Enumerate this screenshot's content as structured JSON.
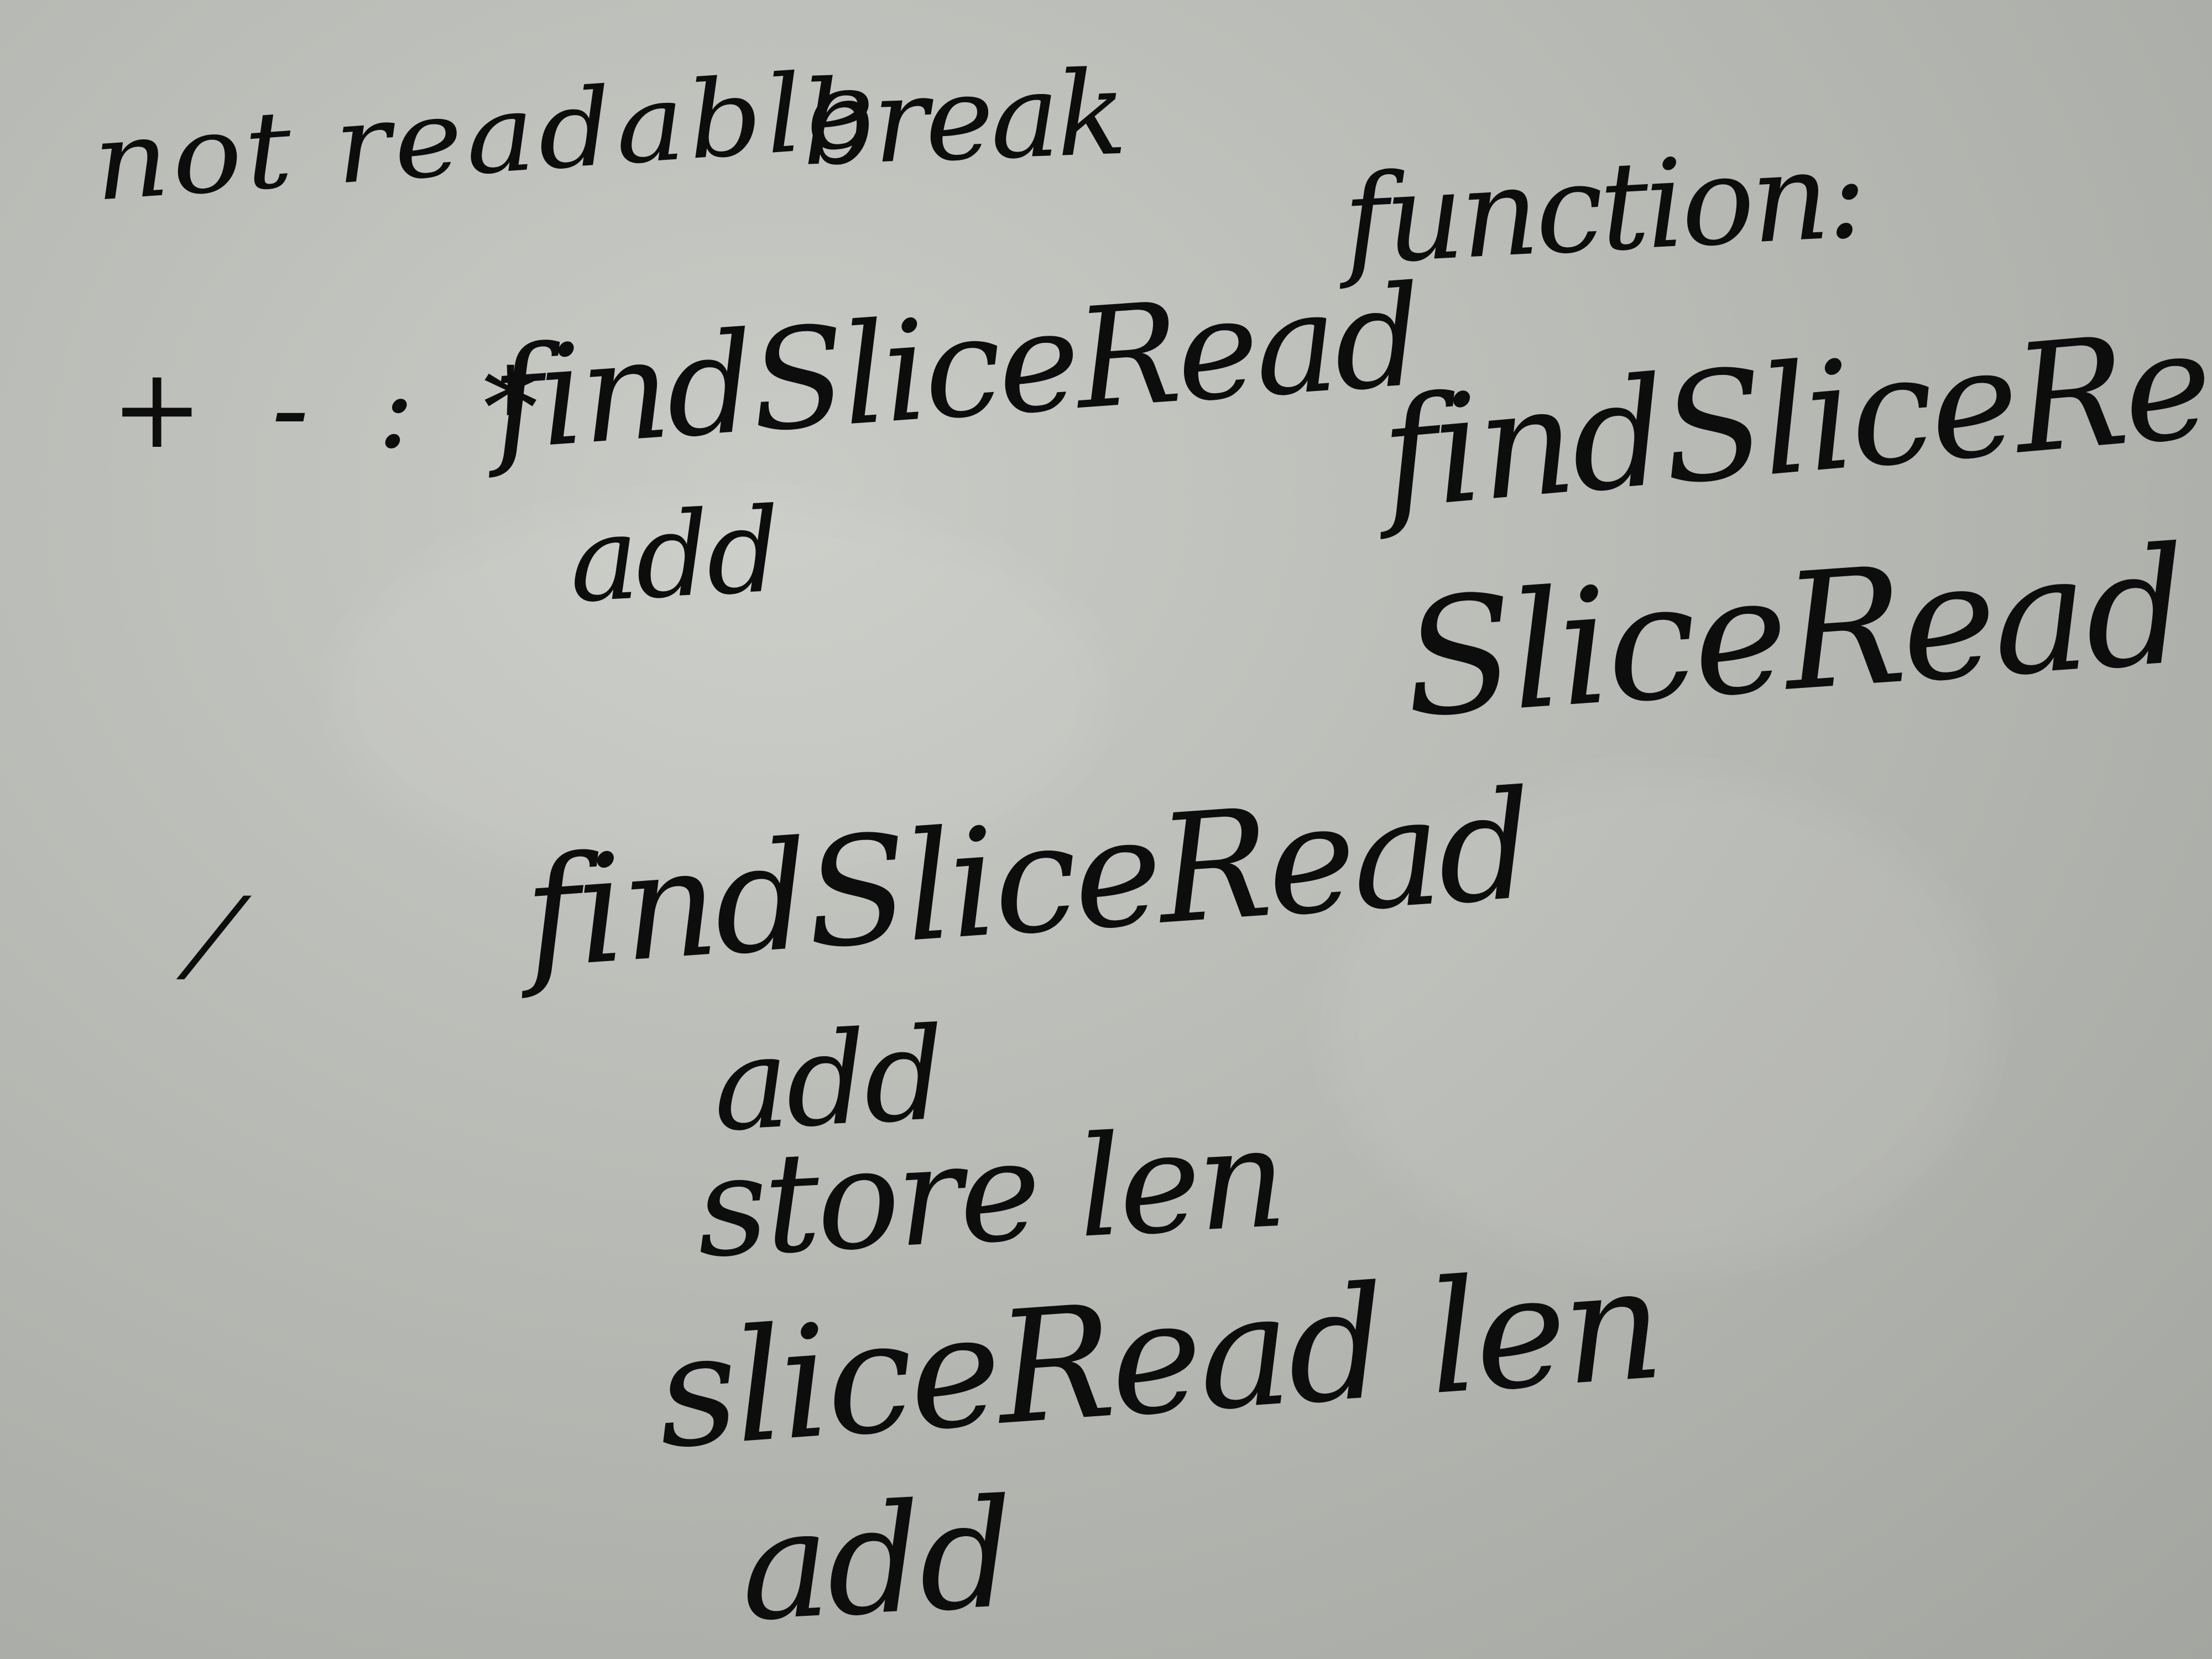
{
  "board": {
    "surface_color": "#b8bab5",
    "ink_color": "#0d0d0d"
  },
  "notes": {
    "not_readable": "not readable",
    "break": "break",
    "function_label": "function:",
    "ops": "+ - : *",
    "group1": {
      "line1": "findSliceRead",
      "line2": "add"
    },
    "function_list": {
      "line1": "findSliceRead",
      "line2": "SliceRead"
    },
    "not_op": "⁄",
    "group2": {
      "line1": "findSliceRead",
      "line2": "add",
      "line3": "store len",
      "line4": "sliceRead len",
      "line5": "add"
    }
  }
}
